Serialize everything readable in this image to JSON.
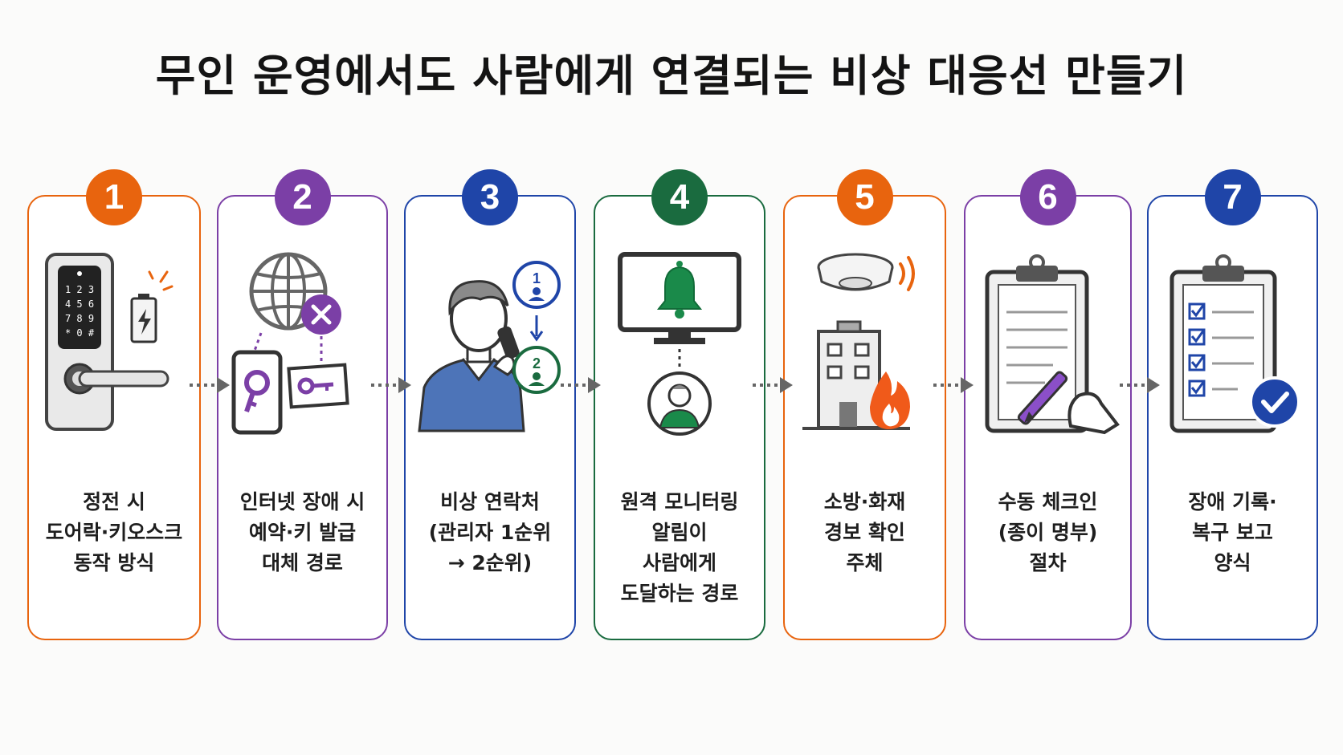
{
  "title": "무인 운영에서도 사람에게 연결되는 비상 대응선 만들기",
  "steps": [
    {
      "number": "1",
      "color": "#e8640e",
      "lines": [
        "정전 시",
        "도어락·키오스크",
        "동작 방식"
      ],
      "keypad": [
        "1 2 3",
        "4 5 6",
        "7 8 9",
        "* 0 #"
      ]
    },
    {
      "number": "2",
      "color": "#7b3fa6",
      "lines": [
        "인터넷 장애 시",
        "예약·키 발급",
        "대체 경로"
      ]
    },
    {
      "number": "3",
      "color": "#1f45a8",
      "lines": [
        "비상 연락처",
        "(관리자 1순위",
        "→ 2순위)"
      ],
      "priorities": [
        "1",
        "2"
      ]
    },
    {
      "number": "4",
      "color": "#1a6b3f",
      "lines": [
        "원격 모니터링",
        "알림이",
        "사람에게",
        "도달하는 경로"
      ]
    },
    {
      "number": "5",
      "color": "#e8640e",
      "lines": [
        "소방·화재",
        "경보 확인",
        "주체"
      ]
    },
    {
      "number": "6",
      "color": "#7b3fa6",
      "lines": [
        "수동 체크인",
        "(종이 명부)",
        "절차"
      ]
    },
    {
      "number": "7",
      "color": "#1f45a8",
      "lines": [
        "장애 기록·",
        "복구 보고",
        "양식"
      ]
    }
  ],
  "icons": [
    "smart-door-lock-icon",
    "globe-offline-icon",
    "person-phone-icon",
    "monitor-bell-icon",
    "smoke-alarm-fire-icon",
    "clipboard-pen-icon",
    "checklist-check-icon"
  ]
}
